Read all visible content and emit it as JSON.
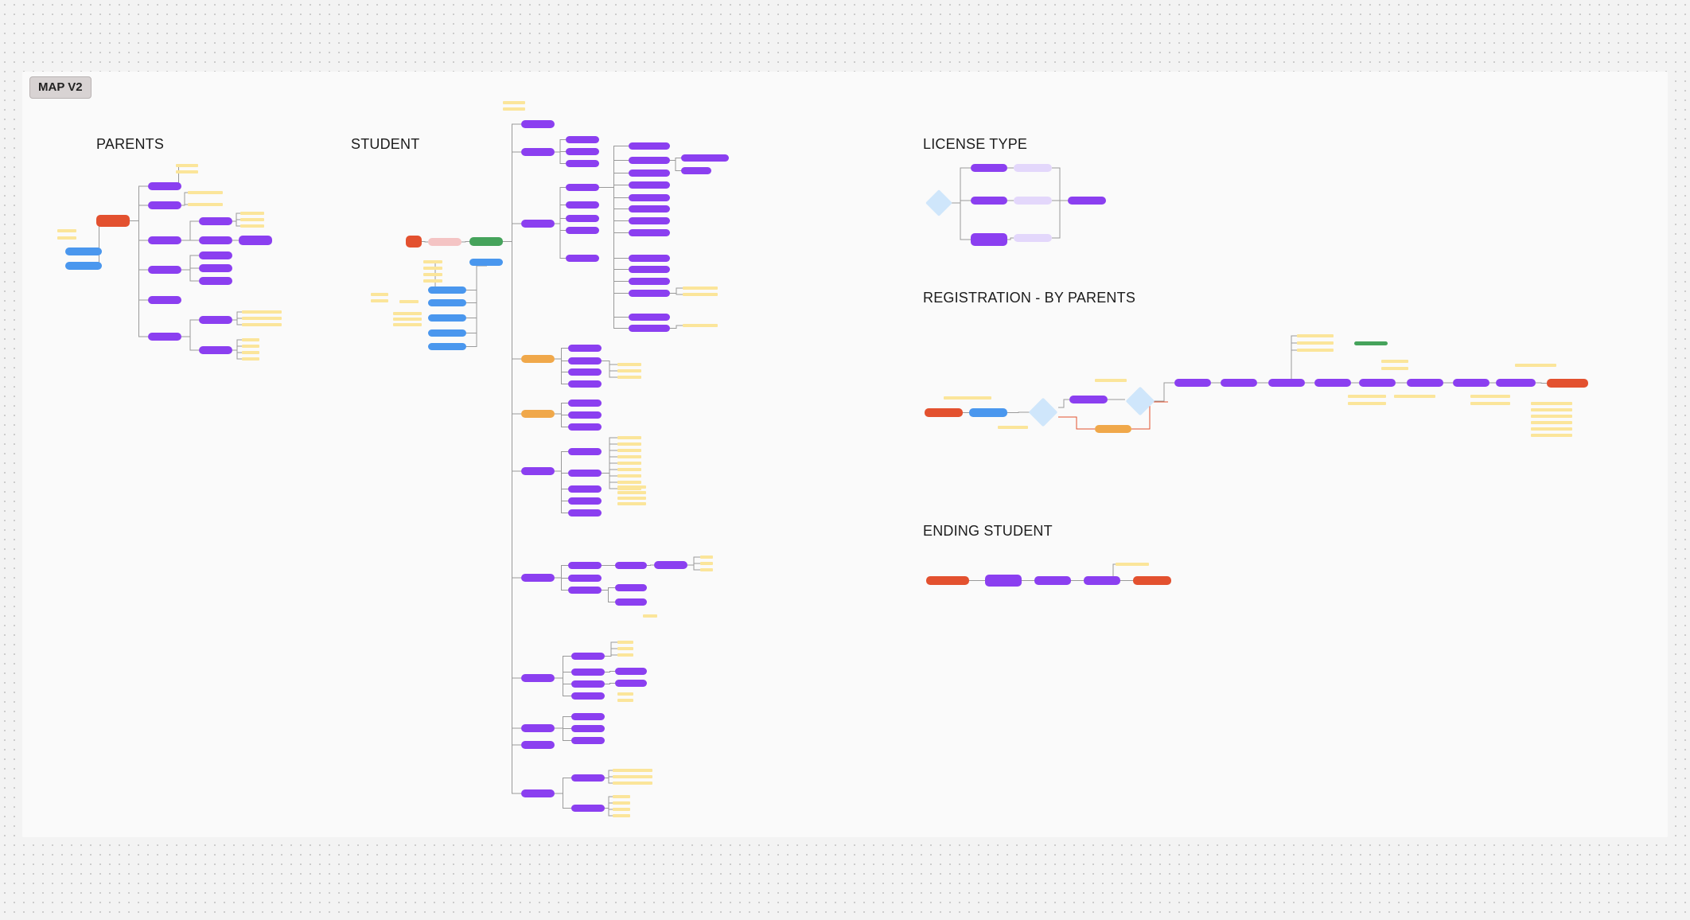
{
  "frame": {
    "label": "MAP V2"
  },
  "sections": {
    "parents": "PARENTS",
    "student": "STUDENT",
    "license_type": "LICENSE TYPE",
    "registration": "REGISTRATION - BY PARENTS",
    "ending_student": "ENDING STUDENT"
  },
  "colors": {
    "purple": "#8b3ff0",
    "blue": "#4a97ee",
    "red": "#e3512f",
    "green": "#45a35b",
    "orange": "#f0a84a",
    "pink": "#f4c4c4",
    "lavender": "#e3d7fb",
    "note": "#fbe59a",
    "diamond": "#cfe6fb",
    "wire": "#9a9a9a",
    "wire_red": "#e3512f"
  }
}
